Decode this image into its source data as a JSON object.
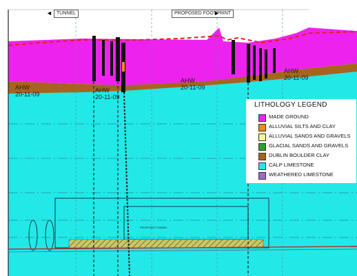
{
  "drawing": {
    "section_tag_left": "TUNNEL",
    "section_tag_right": "PROPOSED FOOTPRINT",
    "tunnel_annotation": "PROPOSED TUNNEL",
    "markers": [
      {
        "line1": "AHW",
        "line2": "20-11-09"
      },
      {
        "line1": "AHW",
        "line2": "20-11-09"
      },
      {
        "line1": "AHW",
        "line2": "20-11-09"
      },
      {
        "line1": "AHW",
        "line2": "20-11-09"
      }
    ]
  },
  "legend": {
    "title": "LITHOLOGY LEGEND",
    "items": [
      {
        "label": "MADE GROUND",
        "color": "#ee22ee"
      },
      {
        "label": "ALLUVIAL SILTS AND CLAY",
        "color": "#f08a1c"
      },
      {
        "label": "ALLUVIAL SANDS AND GRAVELS",
        "color": "#f4f49a"
      },
      {
        "label": "GLACIAL SANDS AND GRAVELS",
        "color": "#2e9e2e"
      },
      {
        "label": "DUBLIN BOULDER CLAY",
        "color": "#a8641e"
      },
      {
        "label": "CALP LIMESTONE",
        "color": "#22e8e8"
      },
      {
        "label": "WEATHERED LIMESTONE",
        "color": "#9a6ac8"
      }
    ]
  },
  "colors": {
    "made_ground": "#ee22ee",
    "boulder_clay": "#a8641e",
    "limestone": "#22e8e8",
    "ground_line": "#e02020",
    "tunnel_hatch": "#9c9a3a"
  }
}
